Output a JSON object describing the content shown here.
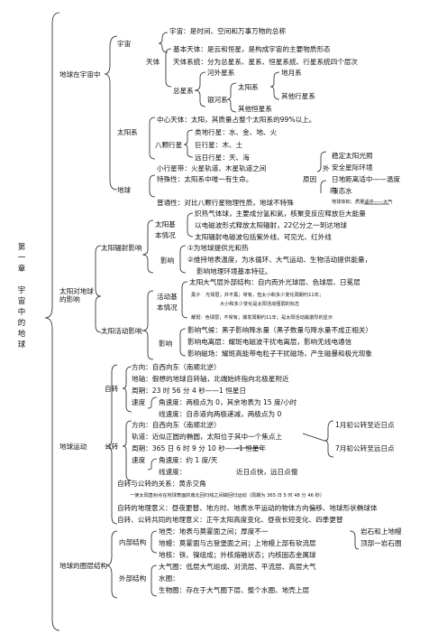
{
  "chapter": {
    "label": "第一章",
    "title": "宇宙中的地球"
  },
  "sections": {
    "universe": "地球在宇宙中",
    "sun": "太阳对地球的影响",
    "motion": "地球运动",
    "layers": "地球的圈层结构"
  },
  "nodes": {
    "cosmos": "宇宙",
    "celestial": "天体",
    "galaxy_total": "总星系",
    "milky_way": "银河系",
    "solar_sys": "太阳系",
    "solar_sys2": "太阳系",
    "eight_planets": "八颗行星",
    "earth": "地球",
    "radiation": "太阳辐射影响",
    "rad_basic1": "太阳基",
    "rad_basic2": "本情况",
    "rad_effect": "影响",
    "activity": "太阳活动影响",
    "act_basic1": "活动基",
    "act_basic2": "本情况",
    "act_effect": "影响",
    "rotation": "自转",
    "revolution": "公转",
    "speed1": "速度",
    "speed2": "速度",
    "inner": "内部结构",
    "outer": "外部结构",
    "cause": "原因",
    "out_label": "外",
    "in_label": "内"
  },
  "lines": {
    "cosmos_def": "宇宙：是时间、空间和万事万物的总称",
    "basic_body": "基本天体：是云和恒星，是构成宇宙的主要物质形态",
    "systems": "天体系统：分为总星系、星系、恒星系统、行星系统四个层次",
    "hewai": "河外星系",
    "earth_moon": "地月系",
    "other_planets": "其他行星系",
    "other_stars": "其他恒星系",
    "center": "中心天体：太阳，其质量占整个太阳系的99%以上。",
    "terrestrial": "类地行星：水、金、地、火",
    "giant": "巨行星：木、土",
    "far": "远日行星：天、海",
    "minor": "小行星带：火星轨道、木星轨道之间",
    "special": "特殊性：太阳系中唯一有生命。",
    "stable": "稳定太阳光照",
    "safe": "安全星际环境",
    "distance": "日地距离适中——温度",
    "water": "液态水",
    "atmos": "地球体积、质量适中——大气",
    "ordinary": "普通性：对比八颗行星物理性质，地球不特殊",
    "rad1": "炽热气体球，主要成分氢和氦，核聚变反应释放巨大能量",
    "rad2": "以电磁波形式释放太阳辐射，22亿分之一到达地球",
    "rad3": "太阳辐射电磁波包括紫外线、可见光、红外线",
    "eff1": "①为地球提供光和热",
    "eff2": "②维持地表温度，为水循环、大气运动、生物活动提供能量，",
    "eff3": "影响地理环境基本特征。",
    "act1": "太阳大气层外部结构：自内而外光球层、色球层、日冕层",
    "act_blackhead": "黑子",
    "act2": "光球层；并不黑；常有，但太小和多少变化周期约11年；",
    "act3": "大小和多少变化是太阳活动强弱的标志",
    "act4": "耀斑：色球层；不常有；爆发周期约11年；是太阳活动最激烈的显示",
    "aeff1": "影响气候：黑子影响降水量（黑子数量与降水量不成正相关）",
    "aeff2": "影响电离层：耀斑电磁波干扰电离层，影响无线电通信",
    "aeff3": "影响磁场：耀斑高能带电粒子干扰磁场，产生磁暴和极光现象",
    "r_dir": "方向：自西向东（南顺北逆）",
    "r_axis": "地轴：假想的地球自转轴，北端始终指向北极星附近",
    "r_period": "周期：23 时 56 分 4 秒——1 恒星日",
    "r_angular": "角速度：两极点为 0，其余地表为 15 度/小时",
    "r_linear": "线速度：自赤道向两极递减，两极点为 0",
    "v_dir": "方向：自西向东（南顺北逆）",
    "v_orbit": "轨道：近似正圆的椭圆，太阳位于其中一个焦点上",
    "v_jan": "1月初公转至近日点",
    "v_jul": "7月初公转至远日点",
    "v_period": "周期：365 日 6 时 9 分 10 秒——1 恒星年",
    "v_angular": "角速度：约 1 度/天",
    "v_linear": "线速度：",
    "v_near": "近日点快，远日点慢",
    "tilt": "自转与公转的关系：黄赤交角",
    "tilt_note": "一使太阳直射点在地球表面的南北回归线之间做回归运动（周期为 365 日 5 时 48 分 46 秒）",
    "rot_sig": "自转的地理意义：昼夜更替、地方时、地表水平运动的物体方向偏移、地球形状椭球体",
    "both_sig": "自转、公转共同的地理意义：正午太阳高度变化、昼夜长短变化、四季更替",
    "crust": "地壳：地表与莫霍面之间；厚度不一",
    "mantle": "地幔：莫霍面与古登堡面之间；上地幔上部有软流层",
    "core": "地核：铁、镍组成；外核熔融状态；内核固态金属球",
    "litho1": "岩石和上地幔",
    "litho2": "顶部一岩石圈",
    "atmo": "大气圈：低层大气组成、对流层、平流层、高层大气",
    "hydro": "水圈：",
    "bio": "生物圈：存在于大气圈下层、整个水圈、地壳上层"
  }
}
